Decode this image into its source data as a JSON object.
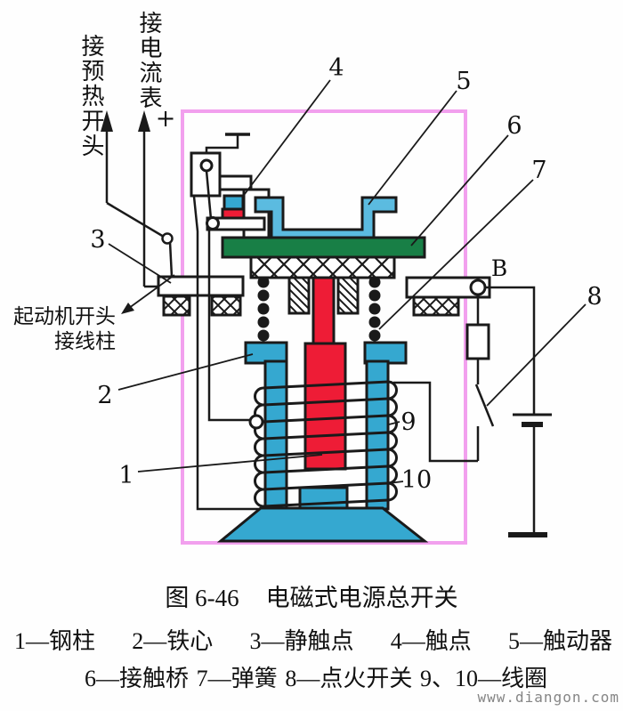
{
  "colors": {
    "frame_pink": "#f2a0ee",
    "core_cyan": "#35a8d0",
    "plunger_red": "#ee1c36",
    "bridge_green": "#187f46",
    "line_black": "#1a1a1a",
    "watermark_gray": "#858585"
  },
  "top_labels": {
    "preheat": "接预热开头",
    "ammeter": "接电流表",
    "plus": "+"
  },
  "part_labels": {
    "n1": "1",
    "n2": "2",
    "n3": "3",
    "n4": "4",
    "n5": "5",
    "n6": "6",
    "n7": "7",
    "n8": "8",
    "n9": "9",
    "n10": "10",
    "b": "B"
  },
  "side_label": {
    "line1": "起动机开头",
    "line2": "接线柱"
  },
  "caption": {
    "figure": "图 6-46",
    "title": "电磁式电源总开关"
  },
  "legend": {
    "line1": [
      "1—钢柱",
      "2—铁心",
      "3—静触点",
      "4—触点",
      "5—触动器"
    ],
    "line2": [
      "6—接触桥",
      "7—弹簧",
      "8—点火开关",
      "9、10—线圈"
    ]
  },
  "watermark": "www.diangon.com"
}
